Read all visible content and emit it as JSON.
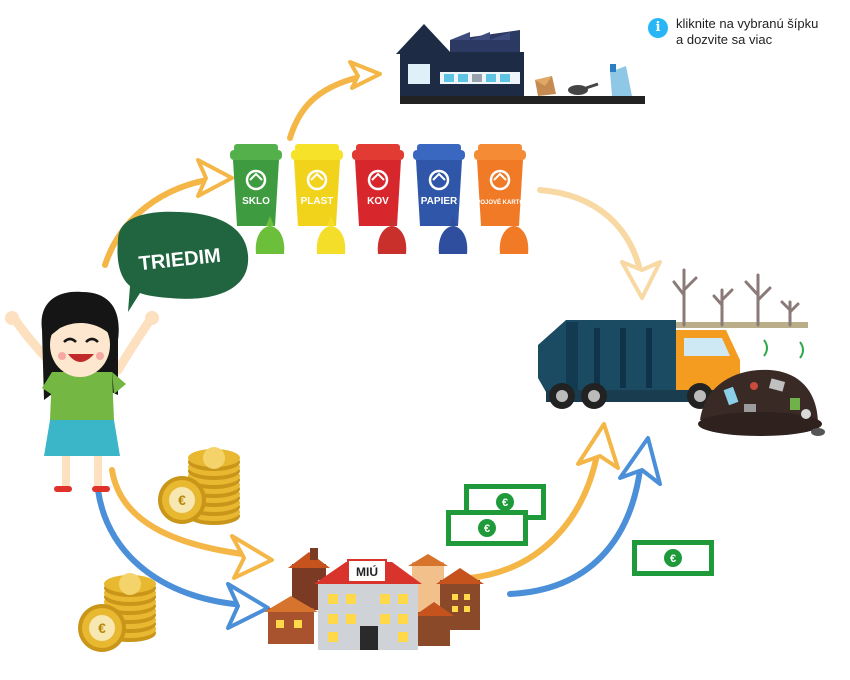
{
  "hint": {
    "icon": "info-icon",
    "line1": "kliknite na vybranú šípku",
    "line2": "a dozvite sa viac"
  },
  "speech": {
    "label": "TRIEDIM"
  },
  "bins": [
    {
      "label": "SKLO",
      "color": "#3e9b3f",
      "lid": "#54b04a",
      "bag": "#6cbf3a"
    },
    {
      "label": "PLAST",
      "color": "#f2d31b",
      "lid": "#f7e22a",
      "bag": "#f5de2a"
    },
    {
      "label": "KOV",
      "color": "#d7272c",
      "lid": "#e23b33",
      "bag": "#c9302c"
    },
    {
      "label": "PAPIER",
      "color": "#2f56a8",
      "lid": "#3a67bf",
      "bag": "#2f4f9e"
    },
    {
      "label": "NÁPOJOVÉ KARTÓNY",
      "color": "#f07a26",
      "lid": "#f58c35",
      "bag": "#f07a26"
    }
  ],
  "municipality": {
    "label": "MIÚ"
  },
  "colors": {
    "arrow_orange": "#f4b646",
    "arrow_orange_light": "#f8d9a4",
    "arrow_blue": "#4a8fd8",
    "money_green": "#1f9a3a",
    "coin": "#e8b830",
    "truck_body": "#1b4a63",
    "truck_cab": "#f39c1f"
  }
}
